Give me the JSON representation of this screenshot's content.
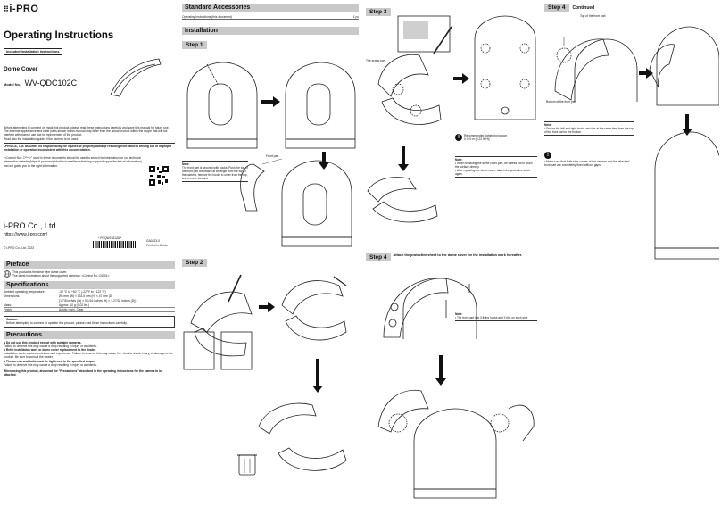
{
  "brand": {
    "logo_text": "i-PRO"
  },
  "cover": {
    "title": "Operating Instructions",
    "included_label": "Included Installation Instructions",
    "product_name": "Dome Cover",
    "model_prefix": "Model No.",
    "model_no": "WV-QDC102C",
    "bullets": [
      "Before attempting to connect or install this product, please read these instructions carefully and save this manual for future use.",
      "The external appearance and other parts shown in this manual may differ from the actual product within the scope that will not interfere with normal use due to improvement of the product.",
      "Read also the installation guide of the camera to be used."
    ],
    "disclaimer": "i-PRO Co., Ltd. assumes no responsibility for injuries or property damage resulting from failures arising out of improper installation or operation inconsistent with this documentation.",
    "control_no_text": "\"<Control No.: C****>\" used in these documents should be used to search for information on our technical information website (https://i-pro.com/global/en/surveillance/training-support/support/technical-information) and will guide you to the right information.",
    "company": "i-PRO Co., Ltd.",
    "url": "https://www.i-pro.com/",
    "copyright": "© i-PRO Co., Ltd. 2023",
    "doc_code": "* PGQW2181ZA *",
    "print_code": "GA0223-0",
    "made_in": "Printed in China"
  },
  "preface": {
    "heading": "Preface",
    "line1": "This product is the clear type dome cover.",
    "line2": "The latest information about the supported cameras: <Control No.:C0501>"
  },
  "specs": {
    "heading": "Specifications",
    "rows": [
      {
        "k": "Ambient operating temperature:",
        "v": "-30 °C to +50 °C (-22 °F to +122 °F)"
      },
      {
        "k": "Dimensions:",
        "v": "Ø5 mm (W) × 133.5 mm (H) × 47 mm (D)"
      },
      {
        "k": "",
        "v": "(1-7/8 inches (W) × 5-1/16 inches (H) × 1-27/32 inches (D))"
      },
      {
        "k": "Mass:",
        "v": "Approx. 10 g (0.02 lbs.)"
      },
      {
        "k": "Finish:",
        "v": "Acrylic resin, Clear"
      }
    ]
  },
  "caution": {
    "title": "Caution:",
    "text": "Before attempting to connect or operate this product, please read these instructions carefully."
  },
  "precautions": {
    "heading": "Precautions",
    "items": [
      {
        "title": "Do not use this product except with suitable cameras.",
        "body": "Failure to observe this may cause a drop resulting in injury or accidents."
      },
      {
        "title": "Refer installation work or dome cover replacement to the dealer.",
        "body": "Installation work requires technique and experience. Failure to observe this may cause fire, electric shock, injury, or damage to the product. Be sure to consult the dealer."
      },
      {
        "title": "The screws and bolts must be tightened to the specified torque.",
        "body": "Failure to observe this may cause a drop resulting in injury or accidents."
      }
    ],
    "footer": "When using this product, also read the \"Precautions\" described in the operating instructions for the camera to be attached."
  },
  "accessories": {
    "heading": "Standard Accessories",
    "item": "Operating Instructions (this document)",
    "qty": "1 pc"
  },
  "installation": {
    "heading": "Installation"
  },
  "step1": {
    "label": "Step 1",
    "front_part_label": "Front part",
    "note_title": "Note:",
    "note_text": "The front part is secured with hooks. Push the top of the front part downward at an angle from the top of the camera, remove the hooks in order from the top, and remove forward."
  },
  "step2": {
    "label": "Step 2"
  },
  "step3": {
    "label": "Step 3",
    "part_label": "The screw part",
    "torque_title": "Recommended tightening torque:",
    "torque_value": "0.3 N·m {0.22 lbf·ft}",
    "note_title": "Note:",
    "notes": [
      "When replacing the dome cover part, be careful not to touch the surface directly.",
      "After replacing the dome cover, attach the protective sheet again."
    ]
  },
  "step4a": {
    "label": "Step 4",
    "heading": "Attach the protective sheet to the dome cover for the installation work hereafter.",
    "note_title": "Note:",
    "note_text": "The front part has 3 fixing hooks and 3 ribs on each side."
  },
  "step4b": {
    "label": "Step 4",
    "continued": "Continued",
    "top_label": "Top of the front part",
    "bottom_label": "Bottom of the front part",
    "note_title": "Note:",
    "note_text": "Secure the left and right hooks and ribs at the same time from the top of the front part to the bottom.",
    "warn_text": "Make sure that both side covers of the camera and the attached front part are completely fixed without gaps."
  },
  "colors": {
    "section_bg": "#c9c9c9",
    "ink": "#111111"
  },
  "icons": [
    "globe-icon",
    "qr-code-icon",
    "warning-icon",
    "arrow-icon",
    "trash-icon",
    "screwdriver-icon"
  ]
}
